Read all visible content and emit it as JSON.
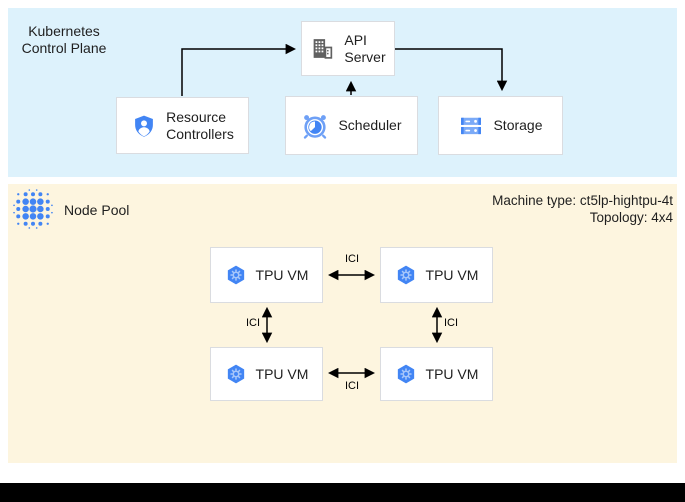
{
  "colors": {
    "control_plane_bg": "#ddf2fc",
    "node_pool_bg": "#fdf5df",
    "google_blue": "#4285f4",
    "light_blue": "#7baaf7",
    "icon_gray": "#616161",
    "box_border": "#dadce0",
    "arrow": "#000000",
    "bottom_bar": "#000000"
  },
  "control_plane": {
    "title_lines": [
      "Kubernetes",
      "Control Plane"
    ],
    "api_server": {
      "label_lines": [
        "API",
        "Server"
      ],
      "icon": "building-icon"
    },
    "resource_controllers": {
      "label_lines": [
        "Resource",
        "Controllers"
      ],
      "icon": "shield-user-icon"
    },
    "scheduler": {
      "label": "Scheduler",
      "icon": "alarm-clock-icon"
    },
    "storage": {
      "label": "Storage",
      "icon": "server-stack-icon"
    }
  },
  "node_pool": {
    "title": "Node Pool",
    "icon": "tpu-dots-icon",
    "machine_type": "Machine type: ct5lp-hightpu-4t",
    "topology": "Topology: 4x4",
    "tpu_vm": {
      "label": "TPU VM",
      "icon": "gke-hexagon-icon"
    },
    "interconnect_label": "ICI"
  }
}
